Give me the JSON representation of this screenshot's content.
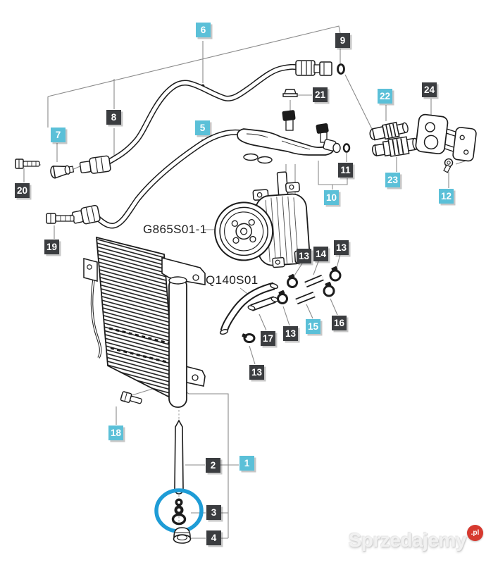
{
  "diagram_title": "AC system exploded parts diagram",
  "colors": {
    "label_dark": "#3b3d40",
    "label_teal": "#5bc0d8",
    "highlight_circle": "#1e9cd6",
    "drawing_line": "#1c1c1c",
    "leader_line": "#8a8a8a",
    "watermark_red": "#d6392f"
  },
  "labels": [
    {
      "text": "6",
      "variant": "teal"
    },
    {
      "text": "9",
      "variant": "dark"
    },
    {
      "text": "24",
      "variant": "dark"
    },
    {
      "text": "21",
      "variant": "dark"
    },
    {
      "text": "22",
      "variant": "teal"
    },
    {
      "text": "8",
      "variant": "dark"
    },
    {
      "text": "5",
      "variant": "teal"
    },
    {
      "text": "7",
      "variant": "teal"
    },
    {
      "text": "20",
      "variant": "dark"
    },
    {
      "text": "11",
      "variant": "dark"
    },
    {
      "text": "23",
      "variant": "teal"
    },
    {
      "text": "10",
      "variant": "teal"
    },
    {
      "text": "12",
      "variant": "teal"
    },
    {
      "text": "19",
      "variant": "dark"
    },
    {
      "text": "13",
      "variant": "dark"
    },
    {
      "text": "14",
      "variant": "dark"
    },
    {
      "text": "13",
      "variant": "dark"
    },
    {
      "text": "16",
      "variant": "dark"
    },
    {
      "text": "15",
      "variant": "teal"
    },
    {
      "text": "13",
      "variant": "dark"
    },
    {
      "text": "17",
      "variant": "dark"
    },
    {
      "text": "13",
      "variant": "dark"
    },
    {
      "text": "18",
      "variant": "teal"
    },
    {
      "text": "2",
      "variant": "dark"
    },
    {
      "text": "1",
      "variant": "teal"
    },
    {
      "text": "3",
      "variant": "dark"
    },
    {
      "text": "4",
      "variant": "dark"
    }
  ],
  "part_codes": [
    {
      "text": "G865S01-1"
    },
    {
      "text": "Q140S01"
    }
  ],
  "watermark": {
    "name": "Sprzedajemy",
    "tld": ".pl"
  }
}
